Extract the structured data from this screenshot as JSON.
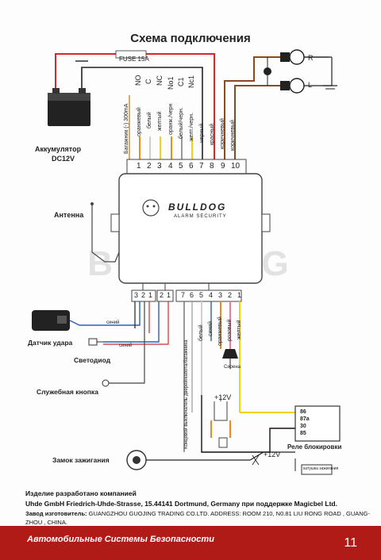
{
  "title": "Схема подключения",
  "fuse_label": "FUSE 15A",
  "battery_label_1": "Аккумулятор",
  "battery_label_2": "DC12V",
  "antenna_label": "Антенна",
  "trunk_label": "Багажник (-) 300mA",
  "top_codes": [
    "NO",
    "C",
    "NC",
    "No1",
    "C1",
    "Nc1"
  ],
  "top_wires": [
    "оранжевый",
    "белый",
    "желтый",
    "оранж./черн",
    "белый/черн.",
    "желт./черн.",
    "черный",
    "красный",
    "коричневый",
    "коричневый"
  ],
  "top_pins": [
    "1",
    "2",
    "3",
    "4",
    "5",
    "6",
    "7",
    "8",
    "9",
    "10"
  ],
  "brand": "BULLDOG",
  "brand_sub": "ALARM SECURITY",
  "watermark": "BULLDOG",
  "bottom_pins_a": [
    "3",
    "2",
    "1"
  ],
  "bottom_pins_b": [
    "2",
    "1"
  ],
  "bottom_pins_c": [
    "7",
    "6",
    "5",
    "4",
    "3",
    "2",
    "1"
  ],
  "bottom_wires": [
    "белый",
    "синий",
    "оранжевый",
    "розовый",
    "желтый"
  ],
  "sensor_label": "Датчик удара",
  "led_label": "Светодиод",
  "service_button_label": "Служебная кнопка",
  "blue_1": "синий",
  "blue_2": "синий",
  "door_switch_label": "Концевой выключатель дверей/капота/багажника",
  "siren_label": "Сирена",
  "plus12_1": "+12V",
  "plus12_2": "+12V",
  "relay_pins": [
    "86",
    "87a",
    "30",
    "85"
  ],
  "relay_label": "Реле блокировки",
  "starter_label": "катушка зажигания",
  "ignition_label": "Замок зажигания",
  "lamp_r": "R",
  "lamp_l": "L",
  "footer_line1": "Изделие разработано компанией",
  "footer_line2": "Uhde GmbH Friedrich-Uhde-Strasse, 15.44141 Dortmund, Germany при поддержке Magicbel Ltd.",
  "footer_line3a": "Завод изготовитель:",
  "footer_line3b": " GUANGZHOU GUOJING TRADING CO.LTD. ADDRESS: ROOM 210, N0.81 LIU RONG ROAD , GUANG-",
  "footer_line4": "ZHOU , CHINA.",
  "bar_text": "Автомобильные Системы Безопасности",
  "page_number": "11",
  "colors": {
    "red": "#d9262b",
    "orange": "#f08a1c",
    "yellow": "#f2d11b",
    "brown": "#8a4a1f",
    "pink": "#e87aa8",
    "blue": "#2b5fb5",
    "bar": "#b01a17"
  }
}
